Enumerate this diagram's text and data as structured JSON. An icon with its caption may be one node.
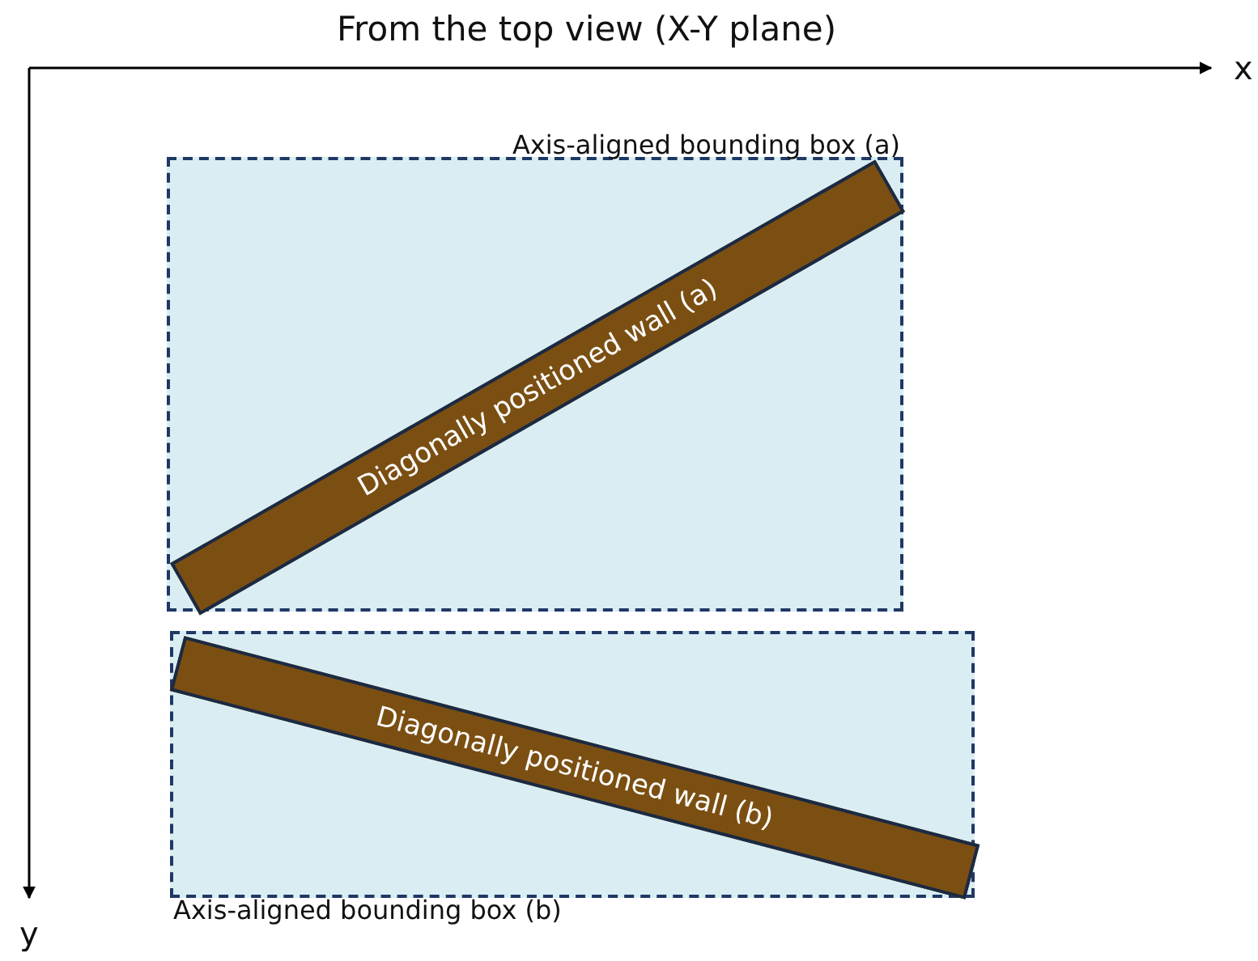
{
  "diagram": {
    "title": "From the top view (X-Y plane)",
    "nodes": [
      {
        "text": [
          "Axis-aligned bounding box (a)"
        ]
      },
      {
        "text": [
          "Diagonally positioned wall (a)"
        ],
        "in": 0
      },
      {
        "text": [
          "Axis-aligned bounding box (b)"
        ]
      },
      {
        "text": [
          "Diagonally positioned wall (b)"
        ],
        "in": 2
      }
    ],
    "edges": [],
    "labels": [
      "x",
      "y"
    ]
  }
}
